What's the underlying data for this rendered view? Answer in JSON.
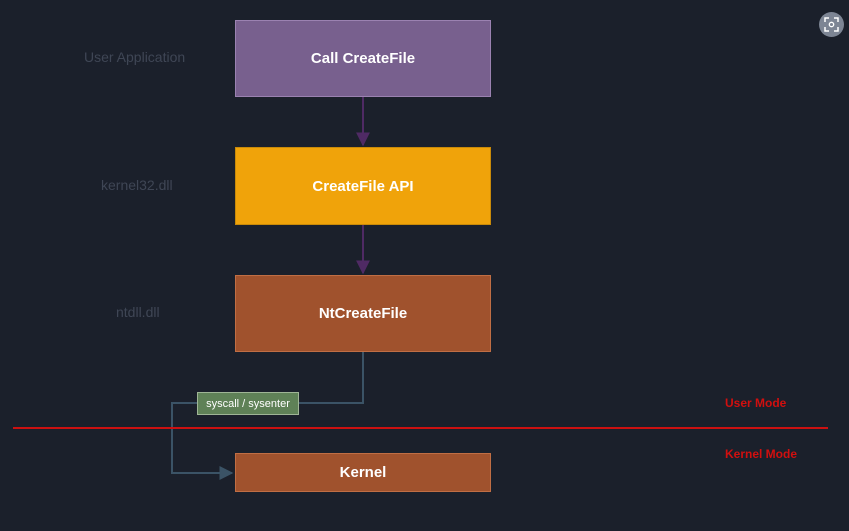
{
  "colors": {
    "background": "#1b202b",
    "layer_label": "#3f4655",
    "call_box": "#78608e",
    "call_box_border": "#9b82b1",
    "api_box": "#f0a30a",
    "api_box_border": "#c98a09",
    "ntdll_box": "#a0522d",
    "ntdll_box_border": "#c06e44",
    "kernel_box": "#a0522d",
    "arrow_purple": "#4f2a64",
    "arrow_slate": "#3b5366",
    "syscall_label_bg": "#5f8157",
    "mode_boundary": "#cc1111",
    "mode_text": "#d10f0f",
    "fit_icon_bg": "#7d8594"
  },
  "layers": {
    "user_application": "User Application",
    "kernel32": "kernel32.dll",
    "ntdll": "ntdll.dll"
  },
  "nodes": {
    "call_createfile": "Call CreateFile",
    "createfile_api": "CreateFile API",
    "ntcreatefile": "NtCreateFile",
    "kernel": "Kernel"
  },
  "edges": {
    "syscall_label": "syscall / sysenter"
  },
  "modes": {
    "user": "User Mode",
    "kernel": "Kernel Mode"
  },
  "controls": {
    "fit_view_icon": "fit-view-icon"
  }
}
